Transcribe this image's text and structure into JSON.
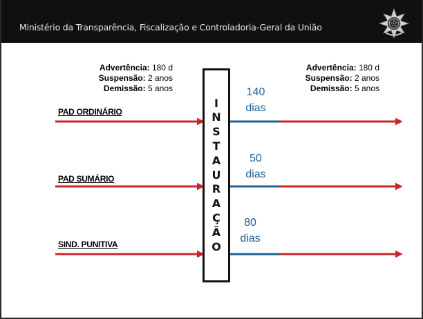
{
  "header": {
    "title": "Ministério da Transparência, Fiscalização e Controladoria-Geral da União",
    "emblem_icon": "coat-of-arms-brazil-icon"
  },
  "penalties": {
    "left": [
      {
        "label": "Advertência:",
        "value": " 180 d"
      },
      {
        "label": "Suspensão:",
        "value": " 2 anos"
      },
      {
        "label": "Demissão:",
        "value": " 5 anos"
      }
    ],
    "right": [
      {
        "label": "Advertência:",
        "value": " 180 d"
      },
      {
        "label": "Suspensão:",
        "value": " 2 anos"
      },
      {
        "label": "Demissão:",
        "value": " 5 anos"
      }
    ]
  },
  "instauracao": {
    "letters": [
      "I",
      "N",
      "S",
      "T",
      "A",
      "U",
      "R",
      "A",
      "Ç",
      "Ã",
      "O"
    ]
  },
  "rows": [
    {
      "label": "PAD ORDINÁRIO",
      "days_number": "140",
      "days_unit": "dias"
    },
    {
      "label": "PAD SUMÁRIO",
      "days_number": "50",
      "days_unit": "dias"
    },
    {
      "label": "SIND. PUNITIVA",
      "days_number": "80",
      "days_unit": "dias"
    }
  ],
  "colors": {
    "header_bg": "#101010",
    "arrow_red": "#c8262c",
    "interval_blue": "#1f5f94",
    "text": "#000000"
  }
}
